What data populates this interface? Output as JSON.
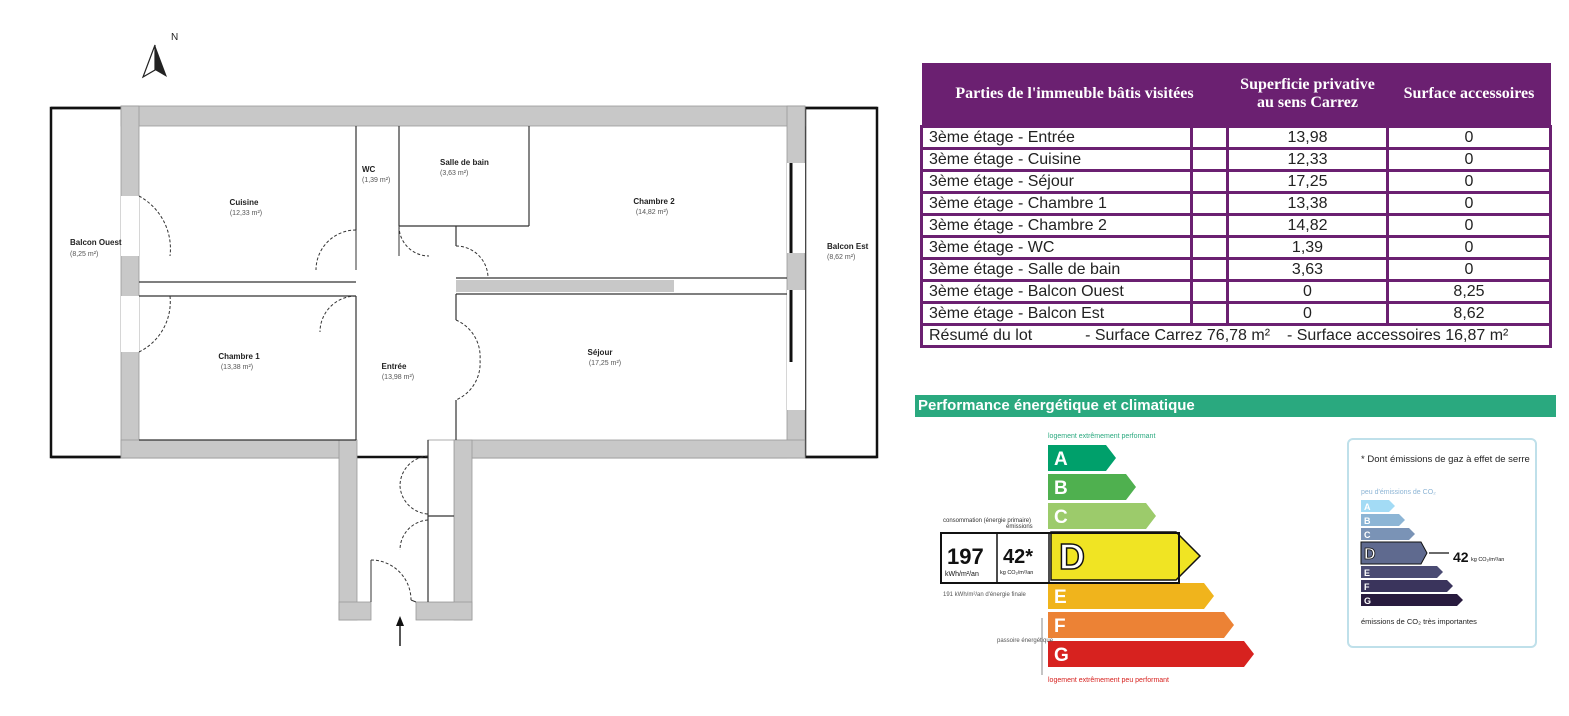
{
  "plan": {
    "north": "N",
    "rooms": [
      {
        "name": "Cuisine",
        "area": "(12,33 m²)"
      },
      {
        "name": "WC",
        "area": "(1,39 m²)"
      },
      {
        "name": "Salle de bain",
        "area": "(3,63 m²)"
      },
      {
        "name": "Chambre 2",
        "area": "(14,82 m²)"
      },
      {
        "name": "Balcon Ouest",
        "area": "(8,25 m²)"
      },
      {
        "name": "Balcon Est",
        "area": "(8,62 m²)"
      },
      {
        "name": "Chambre 1",
        "area": "(13,38 m²)"
      },
      {
        "name": "Entrée",
        "area": "(13,98 m²)"
      },
      {
        "name": "Séjour",
        "area": "(17,25 m²)"
      }
    ]
  },
  "table": {
    "headers": [
      "Parties de l'immeuble bâtis visitées",
      "Superficie privative au sens Carrez",
      "Surface accessoires"
    ],
    "rows": [
      {
        "label": "3ème étage - Entrée",
        "carrez": "13,98",
        "acc": "0"
      },
      {
        "label": "3ème étage - Cuisine",
        "carrez": "12,33",
        "acc": "0"
      },
      {
        "label": "3ème étage - Séjour",
        "carrez": "17,25",
        "acc": "0"
      },
      {
        "label": "3ème étage - Chambre 1",
        "carrez": "13,38",
        "acc": "0"
      },
      {
        "label": "3ème étage - Chambre 2",
        "carrez": "14,82",
        "acc": "0"
      },
      {
        "label": "3ème étage - WC",
        "carrez": "1,39",
        "acc": "0"
      },
      {
        "label": "3ème étage - Salle de bain",
        "carrez": "3,63",
        "acc": "0"
      },
      {
        "label": "3ème étage - Balcon Ouest",
        "carrez": "0",
        "acc": "8,25"
      },
      {
        "label": "3ème étage - Balcon Est",
        "carrez": "0",
        "acc": "8,62"
      }
    ],
    "summary": {
      "label": "Résumé du lot",
      "carrez": "- Surface Carrez 76,78 m²",
      "acc": "- Surface accessoires 16,87 m²"
    }
  },
  "energy": {
    "header": "Performance énergétique et climatique",
    "top_note": "logement extrêmement performant",
    "bottom_note": "logement extrêmement peu performant",
    "consumption_label": "consommation (énergie primaire)",
    "emission_label": "émissions",
    "consumption_value": "197",
    "consumption_unit": "kWh/m²/an",
    "emission_value": "42*",
    "emission_unit": "kg CO₂/m²/an",
    "final_energy": "191 kWh/m²/an d'énergie finale",
    "passoire": "passoire énergétique",
    "current_class": "D",
    "classes": [
      {
        "letter": "A",
        "color": "#00a06b",
        "width": 58
      },
      {
        "letter": "B",
        "color": "#4fb04f",
        "width": 78
      },
      {
        "letter": "C",
        "color": "#9ccb6b",
        "width": 98
      },
      {
        "letter": "D",
        "color": "#f0e423",
        "width": 125
      },
      {
        "letter": "E",
        "color": "#f0b41c",
        "width": 156
      },
      {
        "letter": "F",
        "color": "#ec8235",
        "width": 176
      },
      {
        "letter": "G",
        "color": "#d7221f",
        "width": 196
      }
    ]
  },
  "ges": {
    "title": "* Dont émissions de gaz à effet de serre",
    "low_note": "peu d'émissions de CO₂",
    "high_note": "émissions de CO₂ très importantes",
    "value": "42",
    "unit": "kg CO₂/m²/an",
    "current_class": "D",
    "classes": [
      {
        "letter": "A",
        "color": "#a3dbf5",
        "width": 28
      },
      {
        "letter": "B",
        "color": "#8db5d5",
        "width": 38
      },
      {
        "letter": "C",
        "color": "#7a93b6",
        "width": 48
      },
      {
        "letter": "D",
        "color": "#5f6a8f",
        "width": 60
      },
      {
        "letter": "E",
        "color": "#4a4b73",
        "width": 76
      },
      {
        "letter": "F",
        "color": "#3a345c",
        "width": 86
      },
      {
        "letter": "G",
        "color": "#281b3e",
        "width": 96
      }
    ]
  }
}
